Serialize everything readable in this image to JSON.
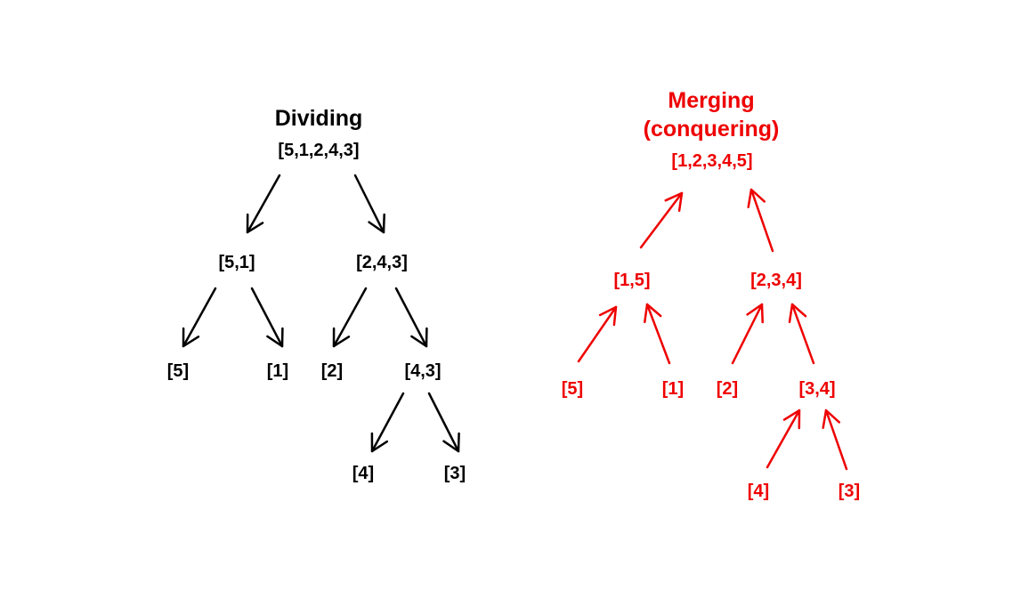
{
  "colors": {
    "dividing": "#000000",
    "merging": "#ee0000",
    "background": "#ffffff"
  },
  "dividing": {
    "title": "Dividing",
    "root": "[5,1,2,4,3]",
    "left": "[5,1]",
    "right": "[2,4,3]",
    "left_left": "[5]",
    "left_right": "[1]",
    "right_left": "[2]",
    "right_right": "[4,3]",
    "right_right_left": "[4]",
    "right_right_right": "[3]"
  },
  "merging": {
    "title_line1": "Merging",
    "title_line2": "(conquering)",
    "root": "[1,2,3,4,5]",
    "left": "[1,5]",
    "right": "[2,3,4]",
    "left_left": "[5]",
    "left_right": "[1]",
    "right_left": "[2]",
    "right_right": "[3,4]",
    "right_right_left": "[4]",
    "right_right_right": "[3]"
  }
}
